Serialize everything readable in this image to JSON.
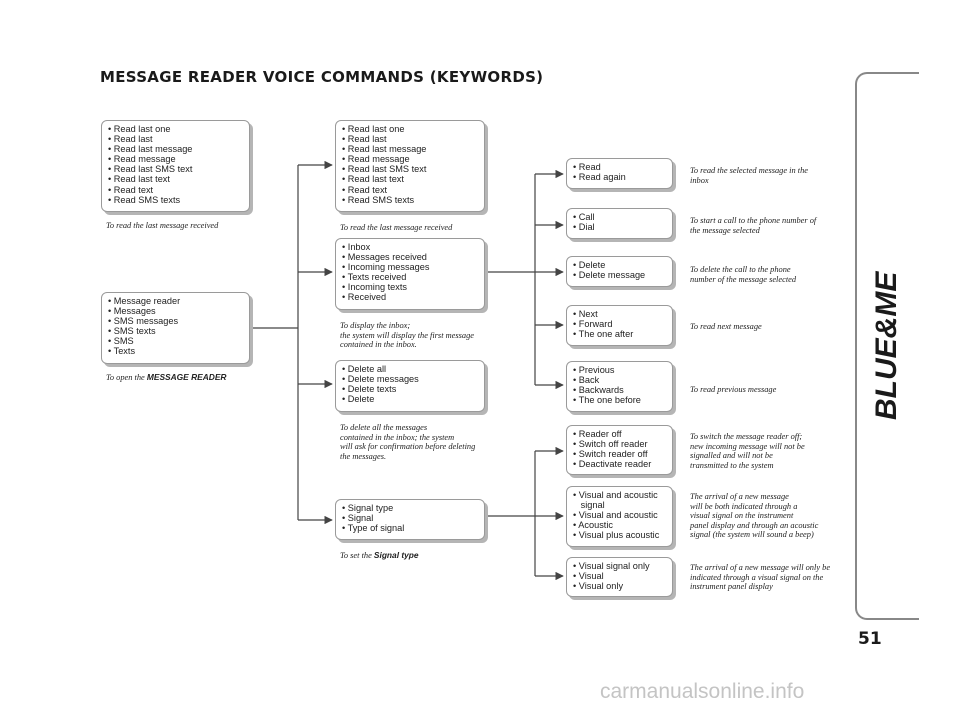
{
  "title": "MESSAGE READER VOICE COMMANDS (KEYWORDS)",
  "left": {
    "read": {
      "items": [
        "• Read last one",
        "• Read last",
        "• Read last message",
        "• Read message",
        "• Read last SMS text",
        "• Read last text",
        "• Read text",
        "• Read SMS texts"
      ],
      "caption": "To read the last message received"
    },
    "open": {
      "items": [
        "• Message reader",
        "• Messages",
        "• SMS messages",
        "• SMS texts",
        "• SMS",
        "• Texts"
      ],
      "caption_prefix": "To open the ",
      "caption_bold": "MESSAGE READER"
    }
  },
  "middle": {
    "read": {
      "items": [
        "• Read last one",
        "• Read last",
        "• Read last message",
        "• Read message",
        "• Read last SMS text",
        "• Read last text",
        "• Read text",
        "• Read SMS texts"
      ],
      "caption": "To read the last message received"
    },
    "inbox": {
      "items": [
        "• Inbox",
        "• Messages received",
        "• Incoming messages",
        "• Texts received",
        "• Incoming texts",
        "• Received"
      ],
      "caption_lines": [
        "To display the inbox;",
        "the system will display the first message",
        "contained in the inbox."
      ]
    },
    "delete_all": {
      "items": [
        "• Delete all",
        "• Delete messages",
        "• Delete texts",
        "• Delete"
      ],
      "caption_lines": [
        "To delete all the messages",
        "contained in the inbox; the system",
        "will ask for confirmation before deleting",
        "the messages."
      ]
    },
    "signal": {
      "items": [
        "• Signal type",
        "• Signal",
        "• Type of signal"
      ],
      "caption_prefix": "To set the ",
      "caption_bold": "Signal type"
    }
  },
  "right": [
    {
      "items": [
        "• Read",
        "• Read again"
      ],
      "desc": [
        "To read the selected message in the",
        "inbox"
      ]
    },
    {
      "items": [
        "• Call",
        "• Dial"
      ],
      "desc": [
        "To start a call to the phone number of",
        "the message selected"
      ]
    },
    {
      "items": [
        "• Delete",
        "• Delete message"
      ],
      "desc": [
        "To delete the call to the phone",
        "number of the message selected"
      ]
    },
    {
      "items": [
        "• Next",
        "• Forward",
        "• The one after"
      ],
      "desc": [
        "To read next message"
      ]
    },
    {
      "items": [
        "• Previous",
        "• Back",
        "• Backwards",
        "• The one before"
      ],
      "desc": [
        "To read previous message"
      ]
    },
    {
      "items": [
        "• Reader off",
        "• Switch off reader",
        "• Switch reader off",
        "• Deactivate reader"
      ],
      "desc": [
        "To switch the message reader off;",
        "new incoming message will not be",
        "signalled and will not be",
        "transmitted to the system"
      ]
    },
    {
      "items": [
        "• Visual and acoustic",
        "   signal",
        "• Visual and acoustic",
        "• Acoustic",
        "• Visual plus acoustic"
      ],
      "desc": [
        "The arrival of a new message",
        "will be both indicated through a",
        "visual signal on the instrument",
        "panel display and through an acoustic",
        "signal (the system will sound a beep)"
      ]
    },
    {
      "items": [
        "• Visual signal only",
        "• Visual",
        "• Visual only"
      ],
      "desc": [
        "The arrival of a new message will only be",
        "indicated through a visual signal on the",
        "instrument panel display"
      ]
    }
  ],
  "sidebar": {
    "logo": "BLUE&ME",
    "page_number": "51"
  },
  "watermark": "carmanualsonline.info"
}
